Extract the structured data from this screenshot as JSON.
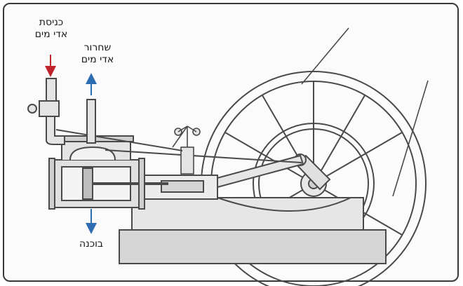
{
  "labels": {
    "water_intake": {
      "line1": "כניסת",
      "line2": "אדי מים"
    },
    "water_release": {
      "line1": "שחרור",
      "line2": "אדי מים"
    },
    "condenser": "בוכנה"
  },
  "colors": {
    "intake_arrow": "#c0232b",
    "flow_arrow": "#2f6db3",
    "line": "#4a4a4a",
    "fill": "#e0e0e0",
    "dark_fill": "#bdbdbd"
  }
}
